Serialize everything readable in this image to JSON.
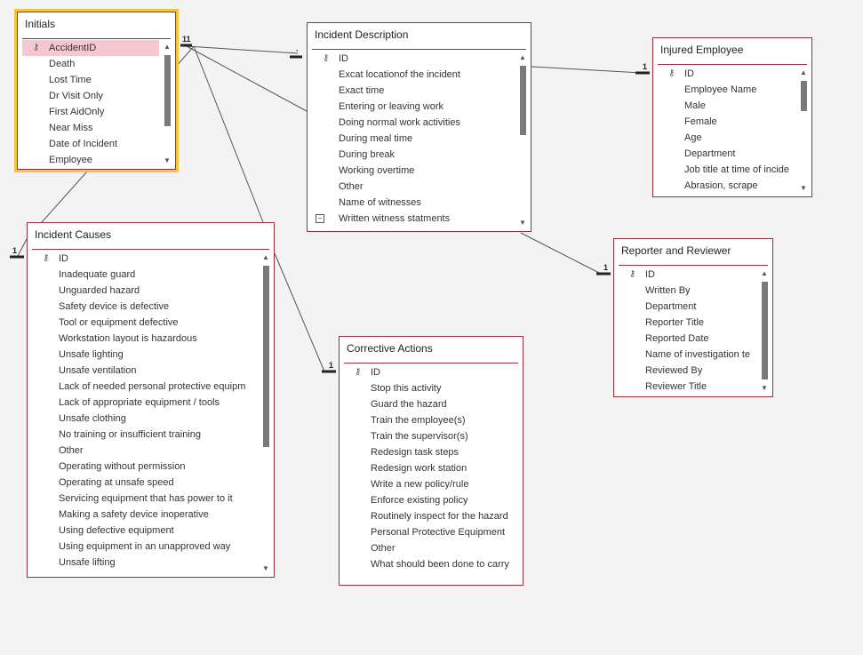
{
  "tables": {
    "initials": {
      "title": "Initials",
      "fields": [
        "AccidentID",
        "Death",
        "Lost Time",
        "Dr Visit Only",
        "First AidOnly",
        "Near Miss",
        "Date of Incident",
        "Employee"
      ]
    },
    "incident_description": {
      "title": "Incident Description",
      "fields": [
        "ID",
        "Excat locationof the incident",
        "Exact time",
        "Entering or leaving work",
        "Doing normal work activities",
        "During meal time",
        "During break",
        "Working overtime",
        "Other",
        "Name of witnesses",
        "Written witness statments"
      ]
    },
    "injured_employee": {
      "title": "Injured Employee",
      "fields": [
        "ID",
        "Employee Name",
        "Male",
        "Female",
        "Age",
        "Department",
        "Job title at time of incide",
        "Abrasion, scrape"
      ]
    },
    "reporter_reviewer": {
      "title": "Reporter and Reviewer",
      "fields": [
        "ID",
        "Written By",
        "Department",
        "Reporter Title",
        "Reported Date",
        "Name of investigation te",
        "Reviewed By",
        "Reviewer Title"
      ]
    },
    "incident_causes": {
      "title": "Incident Causes",
      "fields": [
        "ID",
        "Inadequate guard",
        "Unguarded hazard",
        "Safety device is defective",
        "Tool or equipment defective",
        "Workstation layout is hazardous",
        "Unsafe lighting",
        "Unsafe ventilation",
        "Lack of needed personal protective equipm",
        "Lack of appropriate equipment / tools",
        "Unsafe clothing",
        "No training or insufficient training",
        "Other",
        "Operating without permission",
        "Operating at unsafe speed",
        "Servicing equipment that has power to it",
        "Making a safety device inoperative",
        "Using defective equipment",
        "Using equipment in an unapproved way",
        "Unsafe lifting"
      ]
    },
    "corrective_actions": {
      "title": "Corrective Actions",
      "fields": [
        "ID",
        "Stop this activity",
        "Guard the hazard",
        "Train the employee(s)",
        "Train the supervisor(s)",
        "Redesign task steps",
        "Redesign work station",
        "Write a new policy/rule",
        "Enforce existing policy",
        "Routinely inspect for the hazard",
        "Personal Protective Equipment",
        "Other",
        "What should been done to carry"
      ]
    }
  },
  "relationship_labels": {
    "one": "1",
    "initials_many": "11"
  },
  "icons": {
    "key": "key-icon",
    "scroll_up": "triangle-up-icon",
    "scroll_down": "triangle-down-icon",
    "collapse": "minus-box-icon"
  }
}
